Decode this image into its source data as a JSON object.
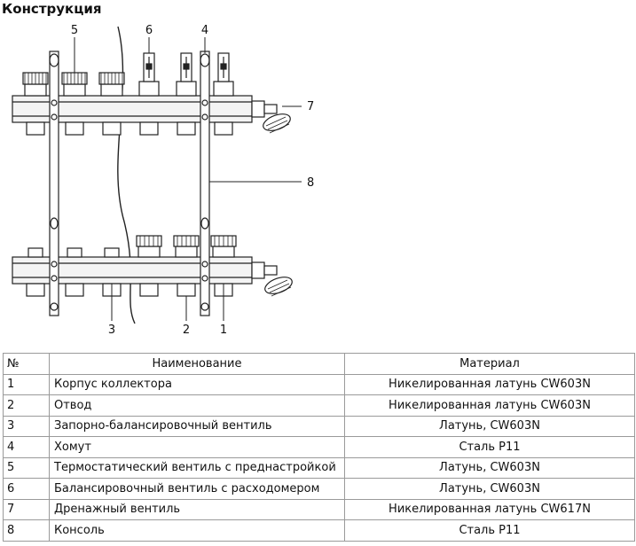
{
  "title": "Конструкция",
  "diagram": {
    "callouts": [
      "5",
      "6",
      "4",
      "7",
      "8",
      "3",
      "2",
      "1"
    ]
  },
  "table": {
    "headers": [
      "№",
      "Наименование",
      "Материал"
    ],
    "rows": [
      {
        "num": "1",
        "name": "Корпус коллектора",
        "material": "Никелированная латунь CW603N"
      },
      {
        "num": "2",
        "name": "Отвод",
        "material": "Никелированная латунь CW603N"
      },
      {
        "num": "3",
        "name": "Запорно-балансировочный вентиль",
        "material": "Латунь, CW603N"
      },
      {
        "num": "4",
        "name": "Хомут",
        "material": "Сталь Р11"
      },
      {
        "num": "5",
        "name": "Термостатический вентиль с преднастройкой",
        "material": "Латунь, CW603N"
      },
      {
        "num": "6",
        "name": "Балансировочный вентиль с расходомером",
        "material": "Латунь, CW603N"
      },
      {
        "num": "7",
        "name": "Дренажный вентиль",
        "material": "Никелированная латунь CW617N"
      },
      {
        "num": "8",
        "name": "Консоль",
        "material": "Сталь Р11"
      }
    ]
  }
}
